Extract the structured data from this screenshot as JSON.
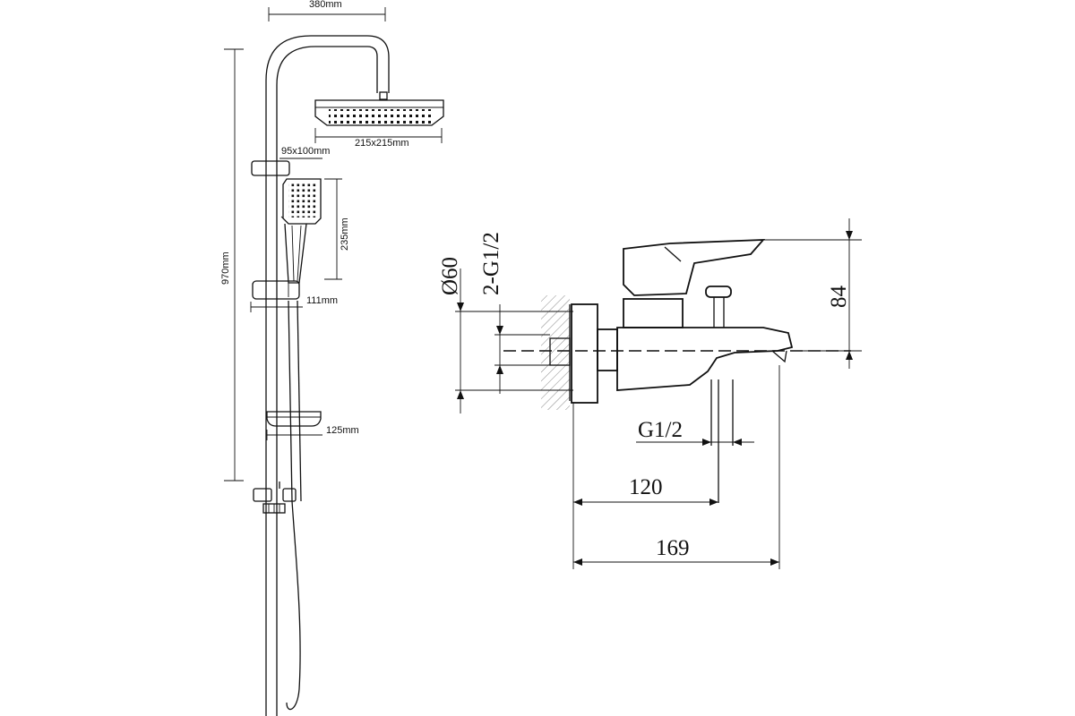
{
  "shower_set": {
    "dims": {
      "top_width": "380mm",
      "rain_head": "215x215mm",
      "hand_head": "95x100mm",
      "hand_length": "235mm",
      "total_height": "970mm",
      "holder_offset": "111mm",
      "soap_dish": "125mm"
    }
  },
  "mixer": {
    "dims": {
      "flange_dia": "Ø60",
      "thread_inlet": "2-G1/2",
      "handle_height": "84",
      "outlet_thread": "G1/2",
      "center_dist": "120",
      "overall_len": "169"
    }
  }
}
